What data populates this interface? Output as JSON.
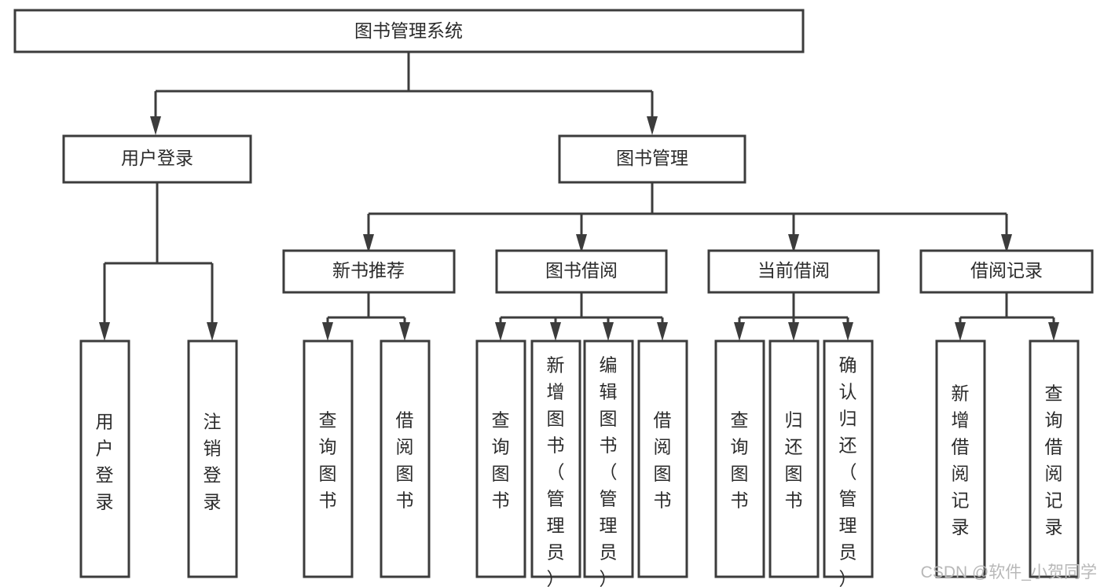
{
  "diagram": {
    "title": "图书管理系统",
    "type": "hierarchy-tree",
    "orientation": "top-down",
    "background_color": "#ffffff",
    "line_color": "#3c3c3c",
    "text_color": "#2b2b2b"
  },
  "root": {
    "label": "图书管理系统"
  },
  "level2": {
    "user_login": {
      "label": "用户登录"
    },
    "book_manage": {
      "label": "图书管理"
    }
  },
  "level3": {
    "new_book": {
      "label": "新书推荐"
    },
    "borrow": {
      "label": "图书借阅"
    },
    "current": {
      "label": "当前借阅"
    },
    "records": {
      "label": "借阅记录"
    }
  },
  "leaves": {
    "user_login": [
      {
        "label": "用户登录"
      },
      {
        "label": "注销登录"
      }
    ],
    "new_book": [
      {
        "label": "查询图书"
      },
      {
        "label": "借阅图书"
      }
    ],
    "borrow": [
      {
        "label": "查询图书"
      },
      {
        "label": "新增图书（管理员）"
      },
      {
        "label": "编辑图书（管理员）"
      },
      {
        "label": "借阅图书"
      }
    ],
    "current": [
      {
        "label": "查询图书"
      },
      {
        "label": "归还图书"
      },
      {
        "label": "确认归还（管理员）"
      }
    ],
    "records": [
      {
        "label": "新增借阅记录"
      },
      {
        "label": "查询借阅记录"
      }
    ]
  },
  "watermark": {
    "text": "CSDN @软件_小贺同学"
  },
  "chart_data": {
    "type": "table",
    "title": "图书管理系统",
    "nodes": [
      {
        "id": "root",
        "label": "图书管理系统",
        "level": 1,
        "parent": null
      },
      {
        "id": "n-user-login",
        "label": "用户登录",
        "level": 2,
        "parent": "root"
      },
      {
        "id": "n-book-manage",
        "label": "图书管理",
        "level": 2,
        "parent": "root"
      },
      {
        "id": "n-user-login-1",
        "label": "用户登录",
        "level": 3,
        "parent": "n-user-login"
      },
      {
        "id": "n-user-login-2",
        "label": "注销登录",
        "level": 3,
        "parent": "n-user-login"
      },
      {
        "id": "n-new-book",
        "label": "新书推荐",
        "level": 3,
        "parent": "n-book-manage"
      },
      {
        "id": "n-borrow",
        "label": "图书借阅",
        "level": 3,
        "parent": "n-book-manage"
      },
      {
        "id": "n-current",
        "label": "当前借阅",
        "level": 3,
        "parent": "n-book-manage"
      },
      {
        "id": "n-records",
        "label": "借阅记录",
        "level": 3,
        "parent": "n-book-manage"
      },
      {
        "id": "n-new-book-1",
        "label": "查询图书",
        "level": 4,
        "parent": "n-new-book"
      },
      {
        "id": "n-new-book-2",
        "label": "借阅图书",
        "level": 4,
        "parent": "n-new-book"
      },
      {
        "id": "n-borrow-1",
        "label": "查询图书",
        "level": 4,
        "parent": "n-borrow"
      },
      {
        "id": "n-borrow-2",
        "label": "新增图书（管理员）",
        "level": 4,
        "parent": "n-borrow"
      },
      {
        "id": "n-borrow-3",
        "label": "编辑图书（管理员）",
        "level": 4,
        "parent": "n-borrow"
      },
      {
        "id": "n-borrow-4",
        "label": "借阅图书",
        "level": 4,
        "parent": "n-borrow"
      },
      {
        "id": "n-current-1",
        "label": "查询图书",
        "level": 4,
        "parent": "n-current"
      },
      {
        "id": "n-current-2",
        "label": "归还图书",
        "level": 4,
        "parent": "n-current"
      },
      {
        "id": "n-current-3",
        "label": "确认归还（管理员）",
        "level": 4,
        "parent": "n-current"
      },
      {
        "id": "n-records-1",
        "label": "新增借阅记录",
        "level": 4,
        "parent": "n-records"
      },
      {
        "id": "n-records-2",
        "label": "查询借阅记录",
        "level": 4,
        "parent": "n-records"
      }
    ]
  }
}
